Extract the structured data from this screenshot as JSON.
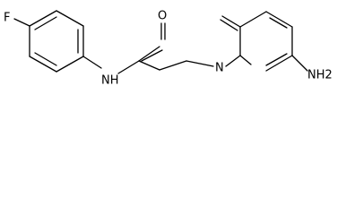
{
  "molecule": {
    "atoms": {
      "fluorine": "F",
      "oxygen": "O",
      "amide_nh": "NH",
      "ring_n": "N",
      "amine": "NH2"
    }
  },
  "colors": {
    "bond": "#000000",
    "text": "#000000",
    "background": "#ffffff"
  }
}
